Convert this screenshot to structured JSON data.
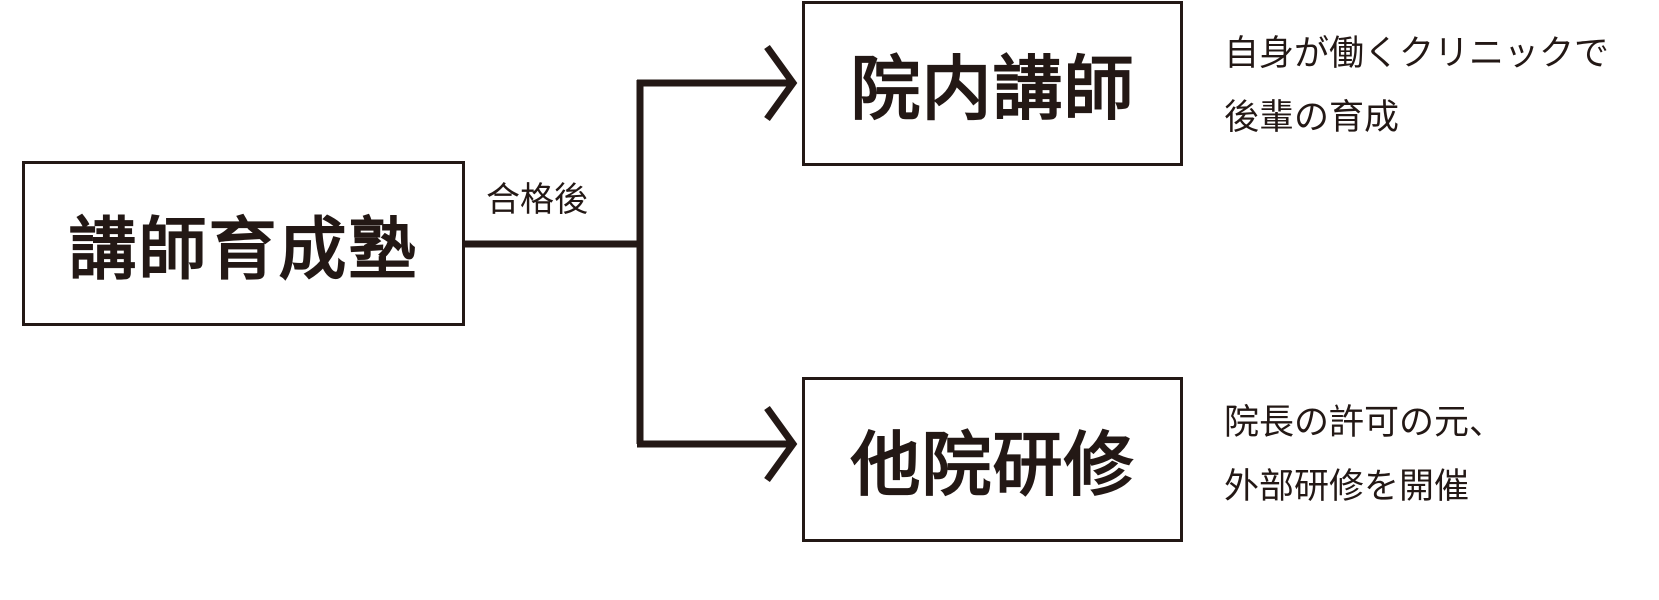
{
  "diagram": {
    "source_node": {
      "label": "講師育成塾"
    },
    "edge_label": "合格後",
    "targets": [
      {
        "label": "院内講師",
        "note_lines": [
          "自身が働くクリニックで",
          "後輩の育成"
        ]
      },
      {
        "label": "他院研修",
        "note_lines": [
          "院長の許可の元、",
          "外部研修を開催"
        ]
      }
    ],
    "colors": {
      "line": "#231815",
      "text": "#231815",
      "background": "#ffffff"
    }
  }
}
